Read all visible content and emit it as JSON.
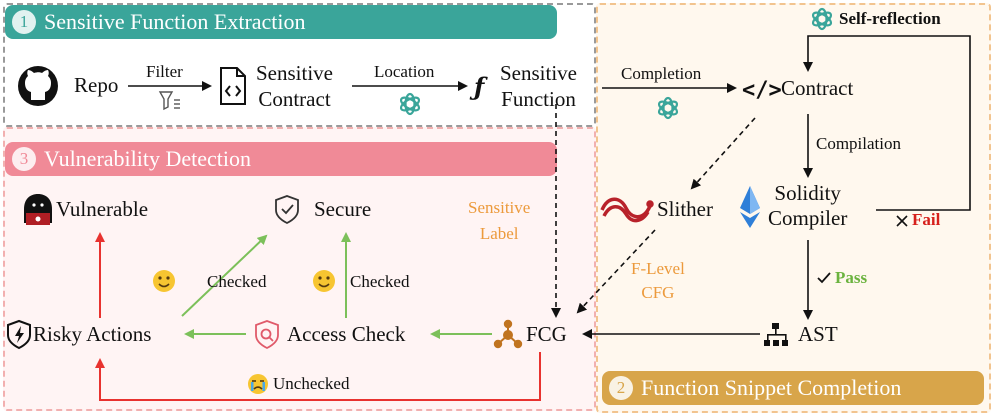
{
  "sections": {
    "extraction": {
      "number": "1",
      "title": "Sensitive Function Extraction"
    },
    "detection": {
      "number": "3",
      "title": "Vulnerability Detection"
    },
    "completion": {
      "number": "2",
      "title": "Function Snippet Completion"
    }
  },
  "nodes": {
    "repo": "Repo",
    "sensitive_contract_1": "Sensitive",
    "sensitive_contract_2": "Contract",
    "sensitive_function_1": "Sensitive",
    "sensitive_function_2": "Function",
    "contract": "Contract",
    "self_reflection": "Self-reflection",
    "slither": "Slither",
    "solidity_compiler_1": "Solidity",
    "solidity_compiler_2": "Compiler",
    "ast": "AST",
    "fcg": "FCG",
    "vulnerable": "Vulnerable",
    "secure": "Secure",
    "risky_actions": "Risky Actions",
    "access_check": "Access Check"
  },
  "edge_labels": {
    "filter": "Filter",
    "location": "Location",
    "completion": "Completion",
    "compilation": "Compilation",
    "fail": "Fail",
    "pass": "Pass",
    "sensitive_label_1": "Sensitive",
    "sensitive_label_2": "Label",
    "flevel_cfg_1": "F-Level",
    "flevel_cfg_2": "CFG",
    "checked_1": "Checked",
    "checked_2": "Checked",
    "unchecked": "Unchecked"
  },
  "colors": {
    "teal": "#3aa59a",
    "pink": "#f08a97",
    "gold": "#d8a54a",
    "green_arrow": "#7cc05a",
    "red_arrow": "#e8322f",
    "orange_text": "#ec9a3c",
    "fail_red": "#d6201c",
    "pass_green": "#6bb33f"
  },
  "icons": [
    "github-icon",
    "filter-icon",
    "file-code-icon",
    "function-icon",
    "openai-icon",
    "code-brackets-icon",
    "slither-icon",
    "ethereum-icon",
    "hierarchy-icon",
    "network-icon",
    "hacker-icon",
    "shield-check-icon",
    "flash-shield-icon",
    "shield-search-icon",
    "smile-emoji-icon",
    "cry-emoji-icon",
    "cross-icon",
    "check-icon"
  ]
}
